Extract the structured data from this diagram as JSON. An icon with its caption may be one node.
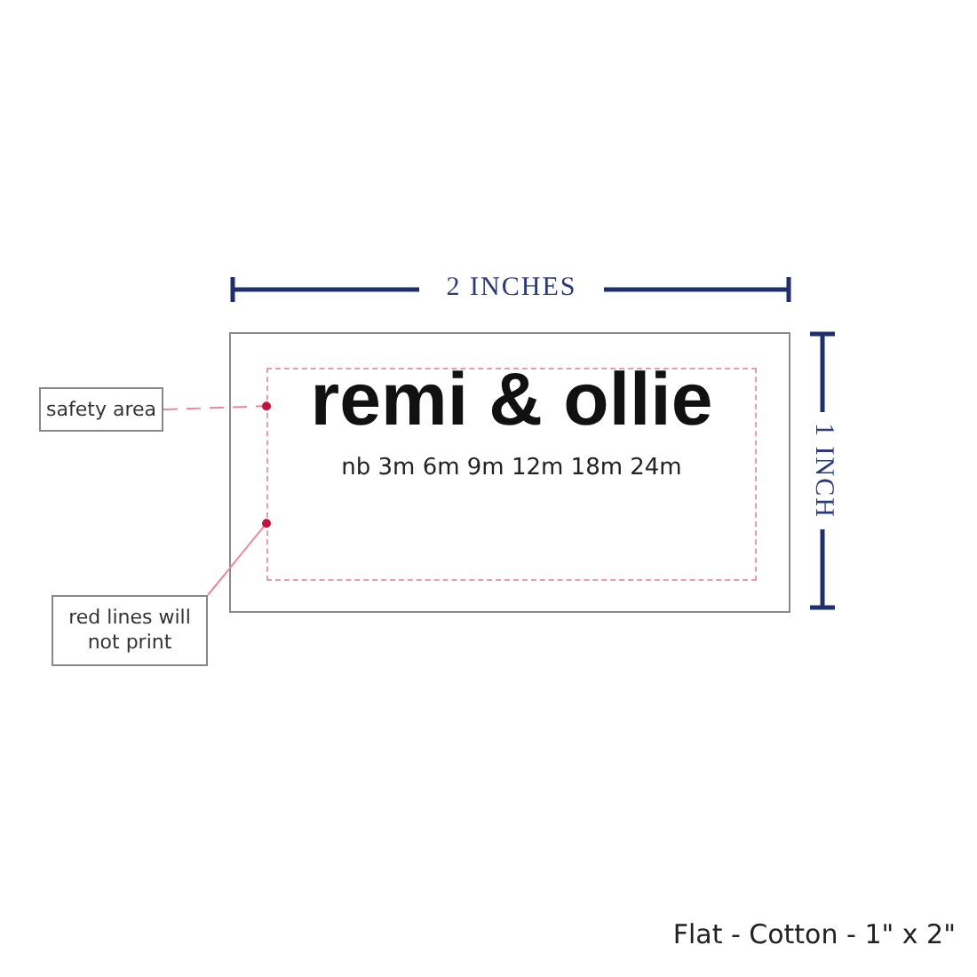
{
  "diagram": {
    "caption": "Flat - Cotton - 1\" x 2\"",
    "nodes": [
      {
        "text": [],
        "shape": "box"
      },
      {
        "text": [
          "remi & ollie",
          "nb 3m 6m 9m 12m 18m 24m"
        ],
        "in": 0
      },
      {
        "text": [
          "safety area"
        ]
      },
      {
        "text": [
          "red lines will not print"
        ]
      }
    ],
    "edges": [
      {
        "from": 2,
        "to": 1,
        "arrow": "other",
        "style": "dashed"
      },
      {
        "from": 3,
        "to": 1,
        "arrow": "other"
      }
    ],
    "labels": [
      "2 INCHES",
      "1 INCH"
    ]
  }
}
